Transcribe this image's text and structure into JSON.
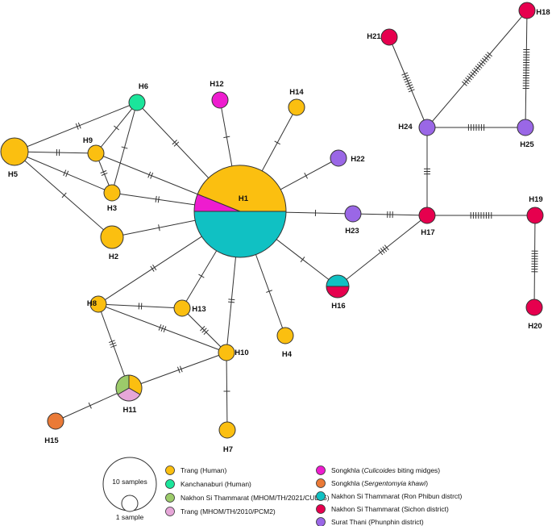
{
  "colors": {
    "trang_human": "#fbbf10",
    "kanchanaburi_human": "#1be59b",
    "nakhon_cule5": "#9ccb6a",
    "trang_pcm2": "#e6a6d8",
    "songkhla_culicoides": "#ee1ccf",
    "songkhla_sergentomyia": "#ea7a37",
    "nakhon_ronphibun": "#10c1c3",
    "nakhon_sichon": "#e6004e",
    "surat_thani": "#9a67e6"
  },
  "nodes": {
    "H1": "H1",
    "H2": "H2",
    "H3": "H3",
    "H4": "H4",
    "H5": "H5",
    "H6": "H6",
    "H7": "H7",
    "H8": "H8",
    "H9": "H9",
    "H10": "H10",
    "H11": "H11",
    "H12": "H12",
    "H13": "H13",
    "H14": "H14",
    "H15": "H15",
    "H16": "H16",
    "H17": "H17",
    "H18": "H18",
    "H19": "H19",
    "H20": "H20",
    "H21": "H21",
    "H22": "H22",
    "H23": "H23",
    "H24": "H24",
    "H25": "H25"
  },
  "size_legend": {
    "large": "10 samples",
    "small": "1 sample"
  },
  "legend": {
    "col1": [
      {
        "key": "trang_human",
        "pre": "Trang (Human)",
        "ital": "",
        "post": ""
      },
      {
        "key": "kanchanaburi_human",
        "pre": "Kanchanaburi (Human)",
        "ital": "",
        "post": ""
      },
      {
        "key": "nakhon_cule5",
        "pre": "Nakhon Si Thammarat (MHOM/TH/2021/CULE5)",
        "ital": "",
        "post": ""
      },
      {
        "key": "trang_pcm2",
        "pre": "Trang (MHOM/TH/2010/PCM2)",
        "ital": "",
        "post": ""
      }
    ],
    "col2": [
      {
        "key": "songkhla_culicoides",
        "pre": "Songkhla (",
        "ital": "Culicoides",
        "post": " biting midges)"
      },
      {
        "key": "songkhla_sergentomyia",
        "pre": "Songkhla (",
        "ital": "Sergentomyia khawi",
        "post": ")"
      },
      {
        "key": "nakhon_ronphibun",
        "pre": "Nakhon Si Thammarat (Ron Phibun distrct)",
        "ital": "",
        "post": ""
      },
      {
        "key": "nakhon_sichon",
        "pre": "Nakhon Si Thammarat (Sichon district)",
        "ital": "",
        "post": ""
      },
      {
        "key": "surat_thani",
        "pre": "Surat Thani (Phunphin district)",
        "ital": "",
        "post": ""
      }
    ]
  }
}
